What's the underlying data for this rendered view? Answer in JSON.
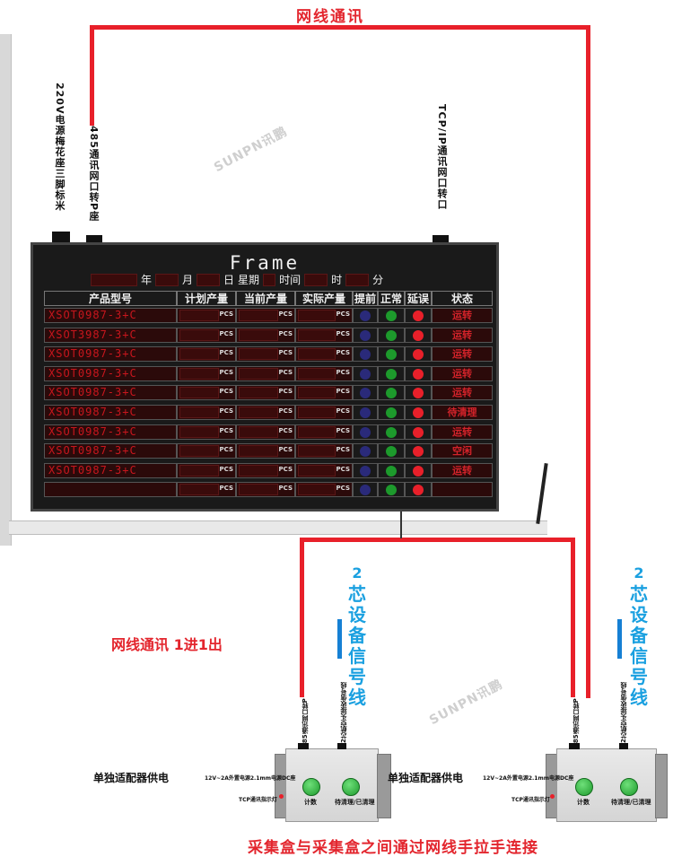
{
  "top_label": "网线通讯",
  "mid_label": "网线通讯 1进1出",
  "bottom_label": "采集盒与采集盒之间通过网线手拉手连接",
  "left_vertical_1": "220V电源梅花座三脚标米",
  "left_vertical_2": "485通讯网口转P座",
  "right_vertical": "TCP/IP通讯网口转口",
  "watermark": "SUNPN讯鹏",
  "board": {
    "title": "Frame",
    "date_units": [
      "年",
      "月",
      "日",
      "星期",
      "时间",
      "时",
      "分"
    ],
    "headers": [
      "产品型号",
      "计划产量",
      "当前产量",
      "实际产量",
      "提前",
      "正常",
      "延误",
      "状态"
    ],
    "unit": "PCS",
    "rows": [
      {
        "product": "XSOT0987-3+C",
        "status": "运转"
      },
      {
        "product": "XSOT3987-3+C",
        "status": "运转"
      },
      {
        "product": "XSOT0987-3+C",
        "status": "运转"
      },
      {
        "product": "XSOT0987-3+C",
        "status": "运转"
      },
      {
        "product": "XSOT0987-3+C",
        "status": "运转"
      },
      {
        "product": "XSOT0987-3+C",
        "status": "待清理"
      },
      {
        "product": "XSOT0987-3+C",
        "status": "运转"
      },
      {
        "product": "XSOT0987-3+C",
        "status": "空闲"
      },
      {
        "product": "XSOT0987-3+C",
        "status": "运转"
      },
      {
        "product": "",
        "status": ""
      }
    ]
  },
  "signal_line": [
    "2",
    "芯",
    "设",
    "备",
    "信",
    "号",
    "线"
  ],
  "box": {
    "adapter_label": "单独适配器供电",
    "power_spec": "12V~2A外置电源2.1mm电源DC座",
    "tcp_led": "TCP通讯指示灯",
    "btn1": "计数",
    "btn2": "待清理/已清理",
    "port_label": "485通讯网口转P",
    "signal_port": "2芯航空头接收信号线"
  },
  "colors": {
    "red": "#e8202a",
    "blue": "#1aa0e0",
    "green": "#1d9a2c",
    "ledred": "#c8161d"
  }
}
